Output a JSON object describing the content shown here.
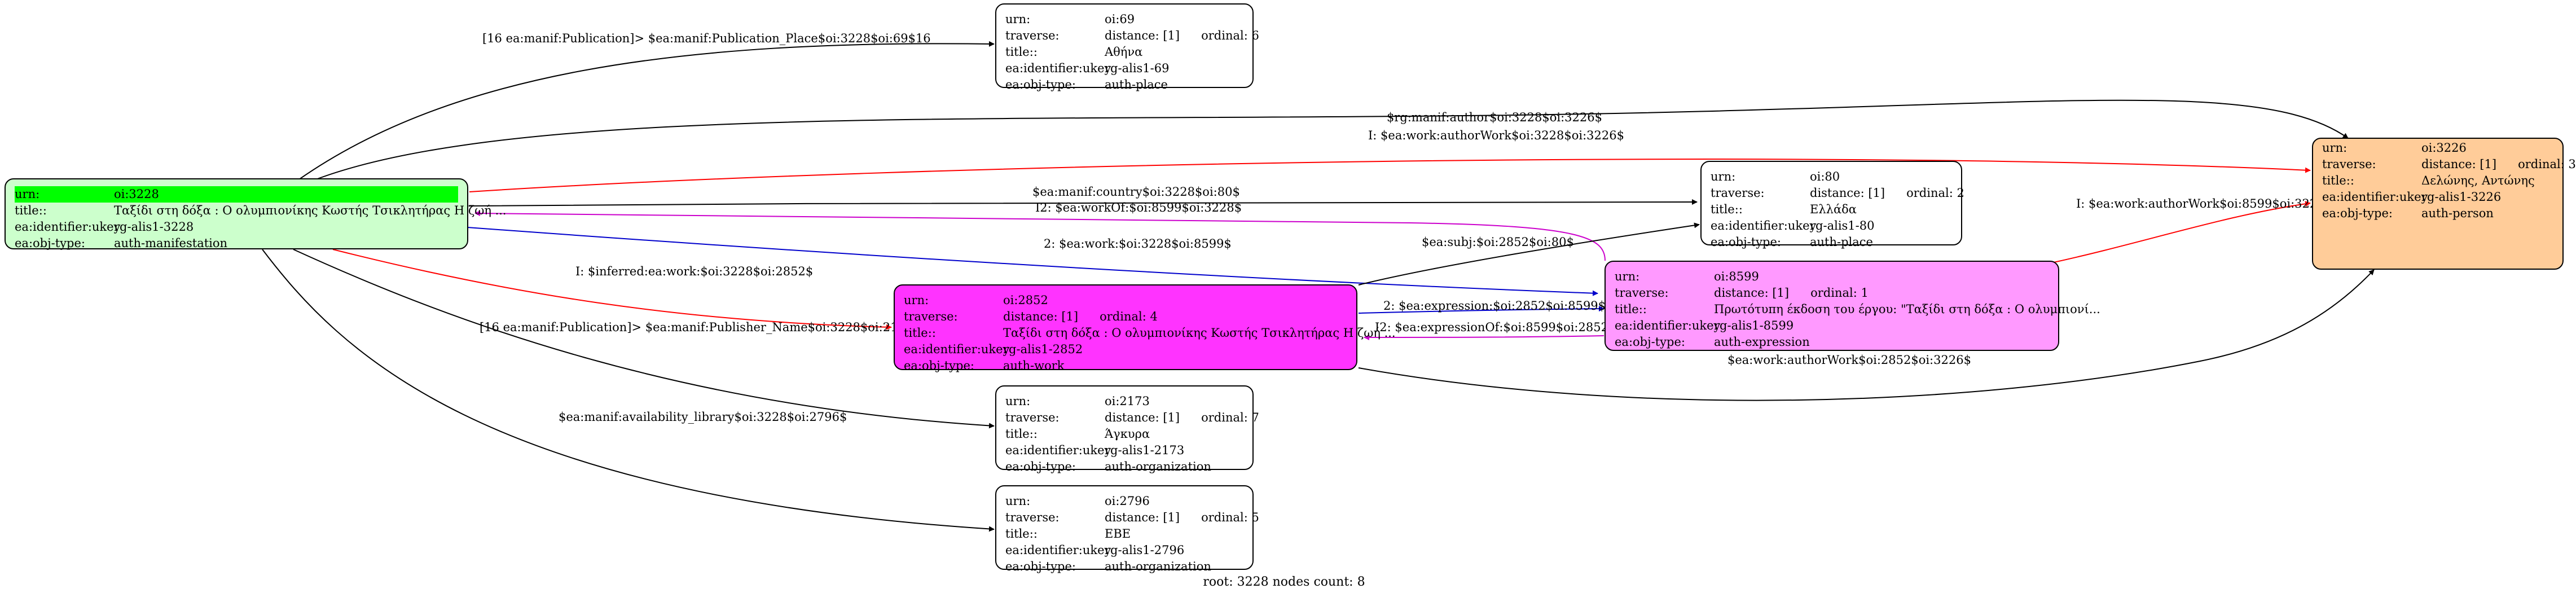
{
  "nodes": {
    "n3228": {
      "urn_key": "urn:",
      "urn": "oi:3228",
      "title_key": "title::",
      "title": "Ταξίδι στη δόξα : Ο ολυμπιονίκης Κωστής Τσικλητήρας Η ζωή ...",
      "ukey_key": "ea:identifier:ukey",
      "ukey": "rg-alis1-3228",
      "type_key": "ea:obj-type:",
      "type": "auth-manifestation",
      "fill": "#ccffcc"
    },
    "n69": {
      "urn_key": "urn:",
      "urn": "oi:69",
      "traverse_key": "traverse:",
      "distance": "distance: [1]",
      "ordinal": "ordinal: 6",
      "title_key": "title::",
      "title": "Αθήνα",
      "ukey_key": "ea:identifier:ukey",
      "ukey": "rg-alis1-69",
      "type_key": "ea:obj-type:",
      "type": "auth-place",
      "fill": "#ffffff"
    },
    "n80": {
      "urn_key": "urn:",
      "urn": "oi:80",
      "traverse_key": "traverse:",
      "distance": "distance: [1]",
      "ordinal": "ordinal: 2",
      "title_key": "title::",
      "title": "Ελλάδα",
      "ukey_key": "ea:identifier:ukey",
      "ukey": "rg-alis1-80",
      "type_key": "ea:obj-type:",
      "type": "auth-place",
      "fill": "#ffffff"
    },
    "n3226": {
      "urn_key": "urn:",
      "urn": "oi:3226",
      "traverse_key": "traverse:",
      "distance": "distance: [1]",
      "ordinal": "ordinal: 3",
      "title_key": "title::",
      "title": "Δελώνης, Αντώνης",
      "ukey_key": "ea:identifier:ukey",
      "ukey": "rg-alis1-3226",
      "type_key": "ea:obj-type:",
      "type": "auth-person",
      "fill": "#ffcc99"
    },
    "n2852": {
      "urn_key": "urn:",
      "urn": "oi:2852",
      "traverse_key": "traverse:",
      "distance": "distance: [1]",
      "ordinal": "ordinal: 4",
      "title_key": "title::",
      "title": "Ταξίδι στη δόξα : Ο ολυμπιονίκης Κωστής Τσικλητήρας Η ζωή ...",
      "ukey_key": "ea:identifier:ukey",
      "ukey": "rg-alis1-2852",
      "type_key": "ea:obj-type:",
      "type": "auth-work",
      "fill": "#ff33ff"
    },
    "n8599": {
      "urn_key": "urn:",
      "urn": "oi:8599",
      "traverse_key": "traverse:",
      "distance": "distance: [1]",
      "ordinal": "ordinal: 1",
      "title_key": "title::",
      "title": "Πρωτότυπη έκδοση του έργου: \"Ταξίδι στη δόξα : Ο ολυμπιονί...",
      "ukey_key": "ea:identifier:ukey",
      "ukey": "rg-alis1-8599",
      "type_key": "ea:obj-type:",
      "type": "auth-expression",
      "fill": "#ff99ff"
    },
    "n2173": {
      "urn_key": "urn:",
      "urn": "oi:2173",
      "traverse_key": "traverse:",
      "distance": "distance: [1]",
      "ordinal": "ordinal: 7",
      "title_key": "title::",
      "title": "Άγκυρα",
      "ukey_key": "ea:identifier:ukey",
      "ukey": "rg-alis1-2173",
      "type_key": "ea:obj-type:",
      "type": "auth-organization",
      "fill": "#ffffff"
    },
    "n2796": {
      "urn_key": "urn:",
      "urn": "oi:2796",
      "traverse_key": "traverse:",
      "distance": "distance: [1]",
      "ordinal": "ordinal: 5",
      "title_key": "title::",
      "title": "ΕΒΕ",
      "ukey_key": "ea:identifier:ukey",
      "ukey": "rg-alis1-2796",
      "type_key": "ea:obj-type:",
      "type": "auth-organization",
      "fill": "#ffffff"
    }
  },
  "edges": {
    "e1": {
      "label": "[16 ea:manif:Publication]> $ea:manif:Publication_Place$oi:3228$oi:69$16",
      "color": "#000000"
    },
    "e2": {
      "label": "$rg:manif:author$oi:3228$oi:3226$",
      "color": "#000000"
    },
    "e3": {
      "label": "I: $ea:work:authorWork$oi:3228$oi:3226$",
      "color": "#ff0000"
    },
    "e4": {
      "label": "$ea:manif:country$oi:3228$oi:80$",
      "color": "#000000"
    },
    "e5": {
      "label": "I2: $ea:workOf:$oi:8599$oi:3228$",
      "color": "#cc00cc"
    },
    "e6": {
      "label": "2: $ea:work:$oi:3228$oi:8599$",
      "color": "#0000cc"
    },
    "e7": {
      "label": "$ea:subj:$oi:2852$oi:80$",
      "color": "#000000"
    },
    "e8": {
      "label": "I: $ea:work:authorWork$oi:8599$oi:3226$",
      "color": "#ff0000"
    },
    "e9": {
      "label": "I: $inferred:ea:work:$oi:3228$oi:2852$",
      "color": "#ff0000"
    },
    "e10": {
      "label": "2: $ea:expression:$oi:2852$oi:8599$",
      "color": "#0000cc"
    },
    "e11": {
      "label": "I2: $ea:expressionOf:$oi:8599$oi:2852$",
      "color": "#cc00cc"
    },
    "e12": {
      "label": "[16 ea:manif:Publication]> $ea:manif:Publisher_Name$oi:3228$oi:2173$16",
      "color": "#000000"
    },
    "e13": {
      "label": "$ea:work:authorWork$oi:2852$oi:3226$",
      "color": "#000000"
    },
    "e14": {
      "label": "$ea:manif:availability_library$oi:3228$oi:2796$",
      "color": "#000000"
    }
  },
  "footer": "root: 3228 nodes count: 8",
  "colors": {
    "root_highlight": "#00ff00"
  }
}
